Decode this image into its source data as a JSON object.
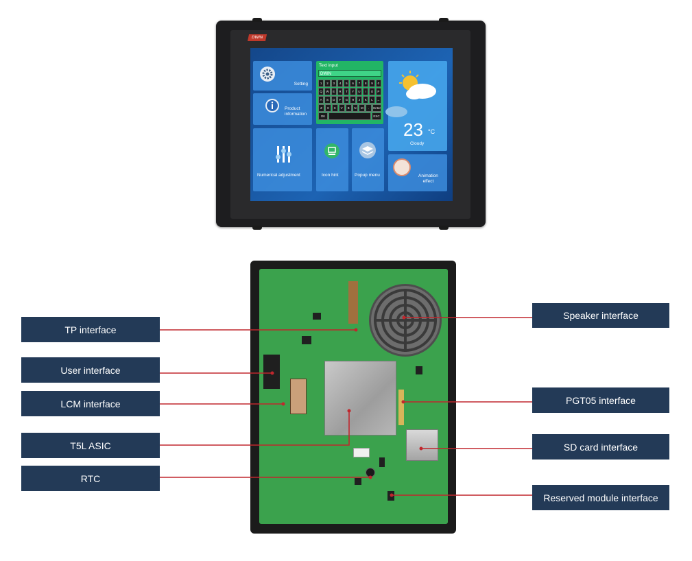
{
  "screen": {
    "logo": "DWIN",
    "tiles": {
      "setting": "Setting",
      "product_information": "Product\ninformation",
      "text_input": "Text input",
      "text_value": "DWIN",
      "numerical_adjustment": "Numerical adjustment",
      "icon_hint": "Icon hint",
      "popup_menu": "Popup menu",
      "weather_temp": "23",
      "weather_unit": "°C",
      "weather_desc": "Cloudy",
      "animation_effect": "Animation\neffect"
    },
    "keyboard_rows": [
      [
        "1",
        "2",
        "3",
        "4",
        "5",
        "6",
        "7",
        "8",
        "9",
        "0"
      ],
      [
        "Q",
        "W",
        "E",
        "R",
        "T",
        "Y",
        "U",
        "I",
        "O",
        "P"
      ],
      [
        "A",
        "S",
        "D",
        "F",
        "G",
        "H",
        "J",
        "K",
        "L",
        "←"
      ],
      [
        "Z",
        "X",
        "C",
        "V",
        "B",
        "N",
        "M",
        ".",
        "Enter"
      ],
      [
        "OK",
        "",
        "ESC"
      ]
    ]
  },
  "labels": {
    "tp_interface": "TP interface",
    "user_interface": "User interface",
    "lcm_interface": "LCM interface",
    "t5l_asic": "T5L ASIC",
    "rtc": "RTC",
    "speaker_interface": "Speaker interface",
    "pgt05_interface": "PGT05 interface",
    "sd_card_interface": "SD card interface",
    "reserved_module_interface": "Reserved module interface"
  },
  "colors": {
    "label_bg": "#233a57",
    "leader_line": "#c0272d",
    "pcb_green": "#3ba24d"
  }
}
